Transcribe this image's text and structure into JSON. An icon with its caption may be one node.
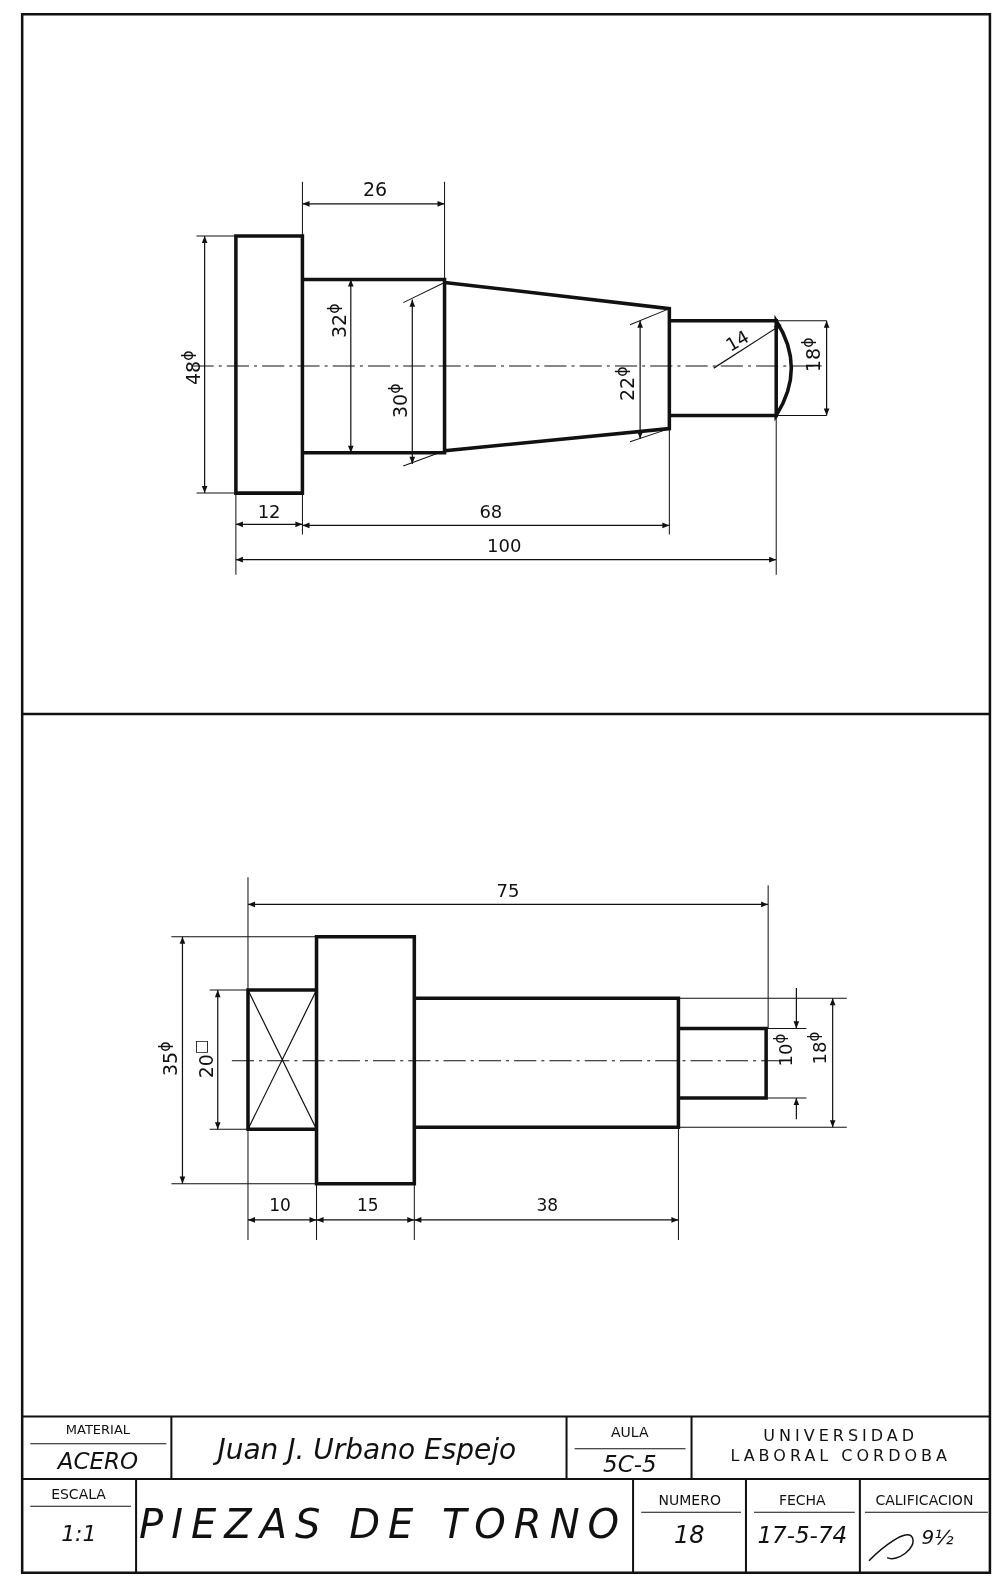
{
  "diagram": {
    "title": "PIEZAS DE TORNO",
    "labels": [
      "26",
      "48$^{ϕ}$",
      "32$^{ϕ}$",
      "30$^{ϕ}$",
      "22$^{ϕ}$",
      "14",
      "18$^{ϕ}$",
      "12",
      "68",
      "100",
      "75",
      "35$^{ϕ}$",
      "20$^{□}$",
      "10$^{ϕ}$",
      "18$^{ϕ}$",
      "10",
      "15",
      "38",
      "MATERIAL",
      "ACERO",
      "Juan J. Urbano Espejo",
      "AULA",
      "5C-5",
      "UNIVERSIDAD LABORAL CORDOBA",
      "ESCALA",
      "1:1",
      "NUMERO",
      "18",
      "FECHA",
      "17-5-74",
      "CALIFICACION",
      "9½"
    ]
  }
}
